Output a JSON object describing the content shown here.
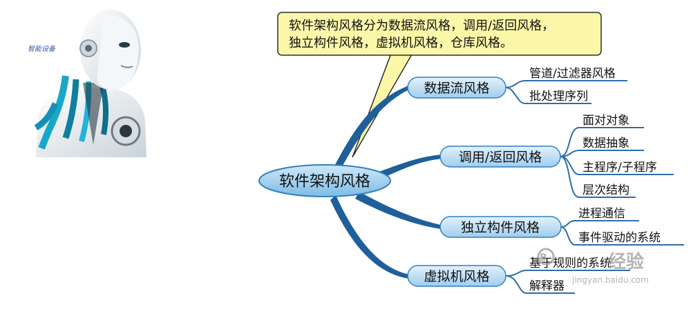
{
  "callout": {
    "line1": "软件架构风格分为数据流风格，调用/返回风格，",
    "line2": "独立构件风格，虚拟机风格，仓库风格。"
  },
  "center": {
    "label": "软件架构风格"
  },
  "branches": [
    {
      "label": "数据流风格",
      "leaves": [
        "管道/过滤器风格",
        "批处理序列"
      ]
    },
    {
      "label": "调用/返回风格",
      "leaves": [
        "面对对象",
        "数据抽象",
        "主程序/子程序",
        "层次结构"
      ]
    },
    {
      "label": "独立构件风格",
      "leaves": [
        "进程通信",
        "事件驱动的系统"
      ]
    },
    {
      "label": "虚拟机风格",
      "leaves": [
        "基于规则的系统",
        "解释器"
      ]
    }
  ],
  "robot": {
    "caption": "智能设备"
  },
  "watermark": {
    "main": "经验",
    "sub": "jingyan.baidu.com"
  },
  "colors": {
    "node_fill": "#bfe0f7",
    "node_stroke": "#2f7fbf",
    "branch": "#1f5f9a",
    "callout_fill": "#fbf7a8",
    "callout_stroke": "#2b2b2b",
    "leaf_line": "#2d6da8"
  }
}
